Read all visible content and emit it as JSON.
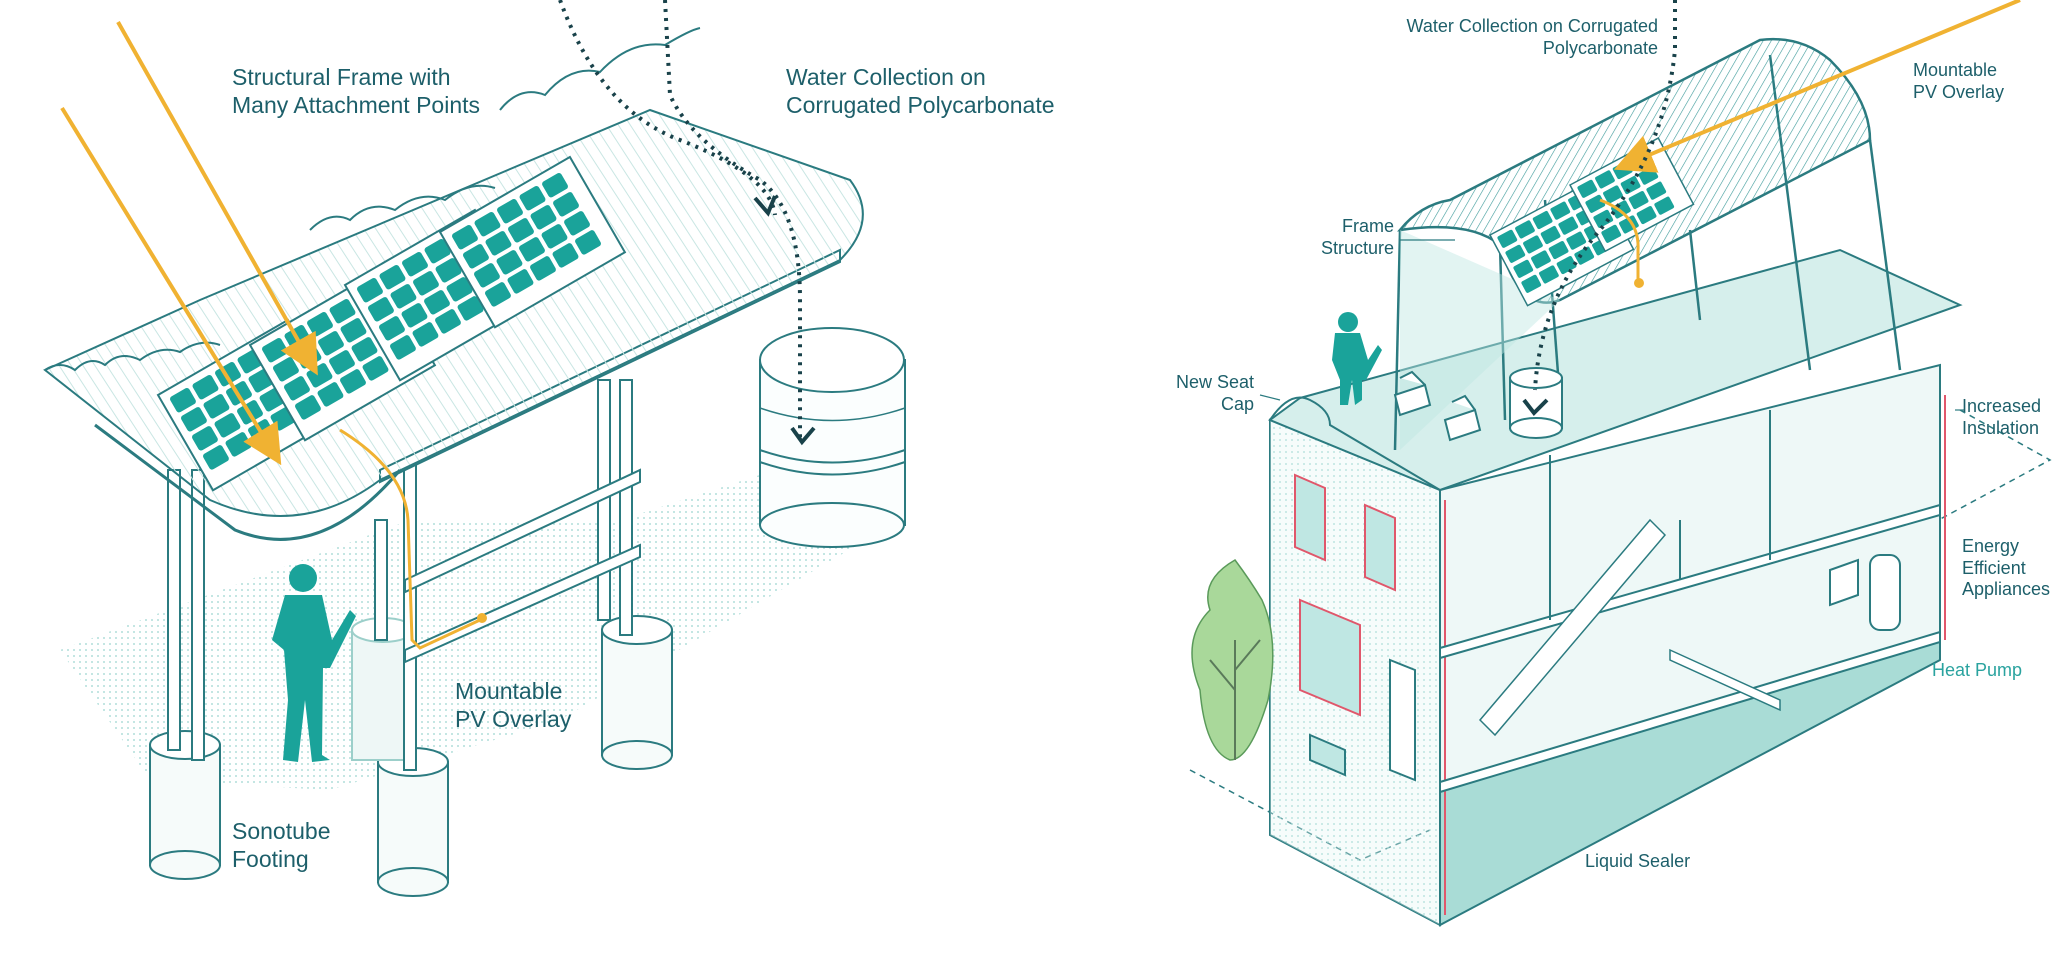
{
  "colors": {
    "teal": "#1aa39a",
    "teal_light": "#bfe7e3",
    "teal_pale": "#e4f5f3",
    "outline": "#2b7b80",
    "arrow": "#f0b232",
    "dark_arrow": "#19424a",
    "text": "#1d5f6a",
    "wall_red": "#e0576b"
  },
  "left_diagram": {
    "labels": {
      "frame": [
        "Structural Frame with",
        "Many Attachment Points"
      ],
      "water": [
        "Water Collection on",
        "Corrugated Polycarbonate"
      ],
      "pv": [
        "Mountable",
        "PV Overlay"
      ],
      "footing": [
        "Sonotube",
        "Footing"
      ]
    }
  },
  "right_diagram": {
    "labels": {
      "water": [
        "Water Collection on Corrugated",
        "Polycarbonate"
      ],
      "pv": [
        "Mountable",
        "PV Overlay"
      ],
      "frame": [
        "Frame",
        "Structure"
      ],
      "seat_cap": [
        "New Seat",
        "Cap"
      ],
      "insulation": [
        "Increased",
        "Insulation"
      ],
      "appliances": [
        "Energy",
        "Efficient",
        "Appliances"
      ],
      "heat_pump": "Heat Pump",
      "sealer": "Liquid Sealer"
    }
  }
}
